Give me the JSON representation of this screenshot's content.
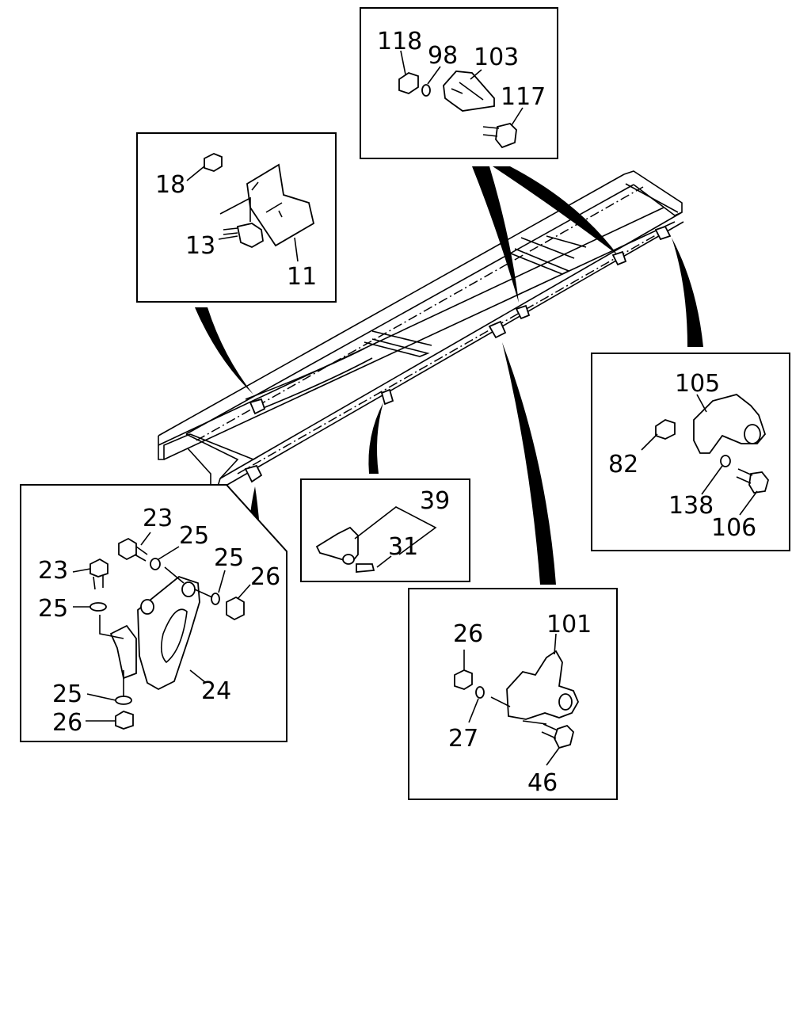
{
  "diagram": {
    "callouts": {
      "box1": {
        "p18": "18",
        "p13": "13",
        "p11": "11"
      },
      "box2": {
        "p118": "118",
        "p98": "98",
        "p103": "103",
        "p117": "117"
      },
      "box3": {
        "p105": "105",
        "p82": "82",
        "p138": "138",
        "p106": "106"
      },
      "box4": {
        "p39": "39",
        "p31": "31"
      },
      "box5": {
        "p23a": "23",
        "p25a": "25",
        "p23b": "23",
        "p25b": "25",
        "p26a": "26",
        "p25c": "25",
        "p24": "24",
        "p25d": "25",
        "p26b": "26"
      },
      "box6": {
        "p26": "26",
        "p101": "101",
        "p27": "27",
        "p46": "46"
      }
    }
  }
}
